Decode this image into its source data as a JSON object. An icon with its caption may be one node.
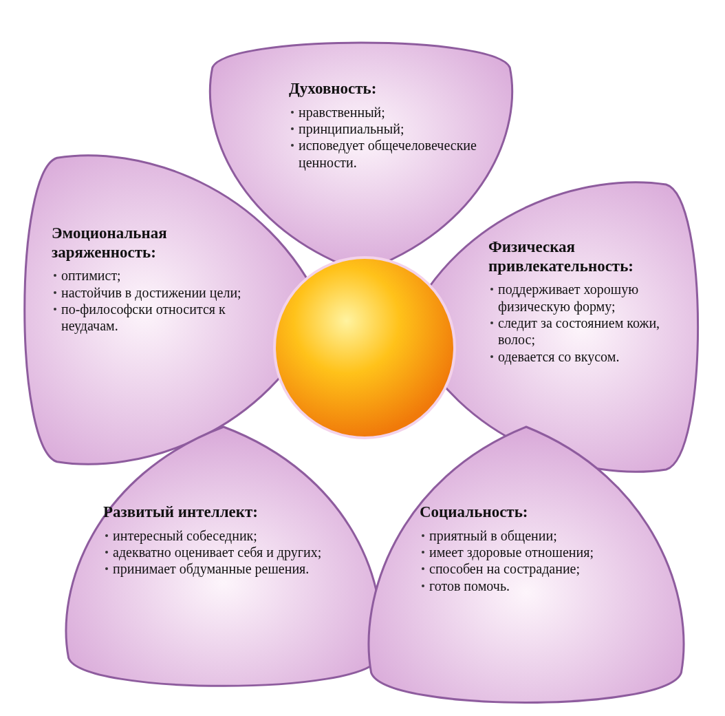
{
  "diagram": {
    "nodes": [
      {
        "text": [
          "Духовность:",
          "нравственный;",
          "принципиальный;",
          "исповедует общечеловеческие ценности."
        ]
      },
      {
        "text": [
          "Эмоциональная заряженность:",
          "оптимист;",
          "настойчив в достижении цели;",
          "по-философски относится к неудачам."
        ]
      },
      {
        "text": [
          "Физическая привлекательность:",
          "поддерживает хорошую физическую форму;",
          "следит за состоянием кожи, волос;",
          "одевается со вкусом."
        ]
      },
      {
        "text": [],
        "shape": "circle"
      },
      {
        "text": [
          "Развитый интеллект:",
          "интересный собеседник;",
          "адекватно оценивает себя и других;",
          "принимает обдуманные решения."
        ]
      },
      {
        "text": [
          "Социальность:",
          "приятный в общении;",
          "имеет здоровые отношения;",
          "способен на сострадание;",
          "готов помочь."
        ]
      }
    ]
  }
}
